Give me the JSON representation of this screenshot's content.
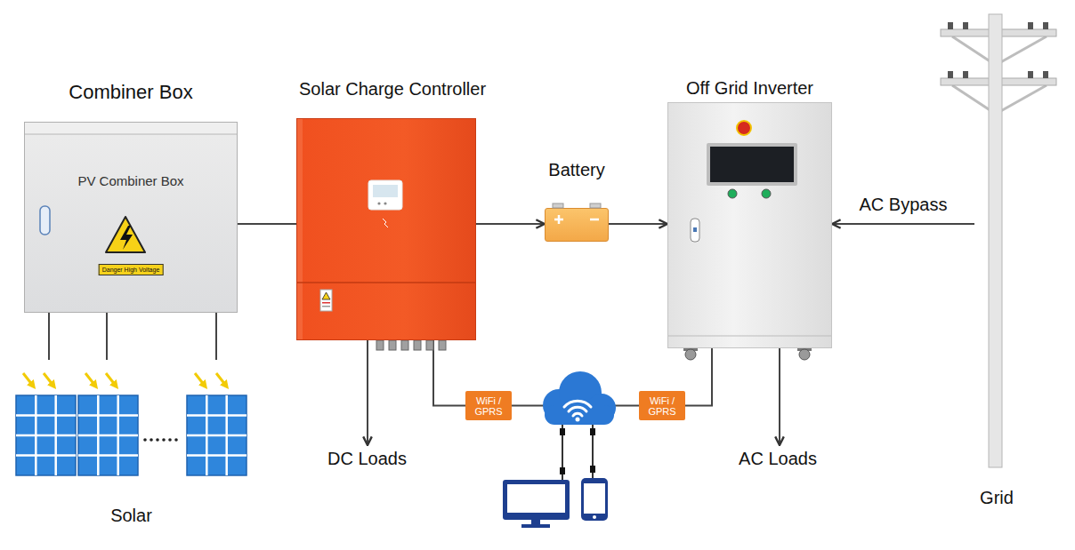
{
  "diagram": {
    "nodes": [
      {
        "text": [
          "Combiner Box",
          "PV Combiner Box",
          "Danger High Voltage"
        ]
      },
      {
        "text": [
          "Solar Charge Controller"
        ]
      },
      {
        "text": [
          "Battery"
        ]
      },
      {
        "text": [
          "Off Grid Inverter"
        ]
      },
      {
        "text": [
          "Solar"
        ]
      },
      {
        "text": [
          "DC Loads"
        ]
      },
      {
        "text": [
          "WiFi / GPRS"
        ]
      },
      {
        "text": [
          "WiFi / GPRS"
        ]
      },
      {
        "text": [
          "AC Loads"
        ]
      },
      {
        "text": [
          "Grid"
        ]
      }
    ],
    "edges": [
      {
        "from": 4,
        "to": 0,
        "arrow": "none"
      },
      {
        "from": 0,
        "to": 1,
        "arrow": "none"
      },
      {
        "from": 1,
        "to": 2,
        "arrow": "to"
      },
      {
        "from": 2,
        "to": 3,
        "arrow": "to"
      },
      {
        "from": 9,
        "to": 3,
        "label": "AC Bypass",
        "arrow": "to"
      },
      {
        "from": 1,
        "to": 5,
        "arrow": "to"
      },
      {
        "from": 1,
        "to": 6,
        "arrow": "none"
      },
      {
        "from": 6,
        "to": 7,
        "arrow": "none"
      },
      {
        "from": 3,
        "to": 7,
        "arrow": "none"
      },
      {
        "from": 3,
        "to": 8,
        "arrow": "to"
      }
    ]
  }
}
